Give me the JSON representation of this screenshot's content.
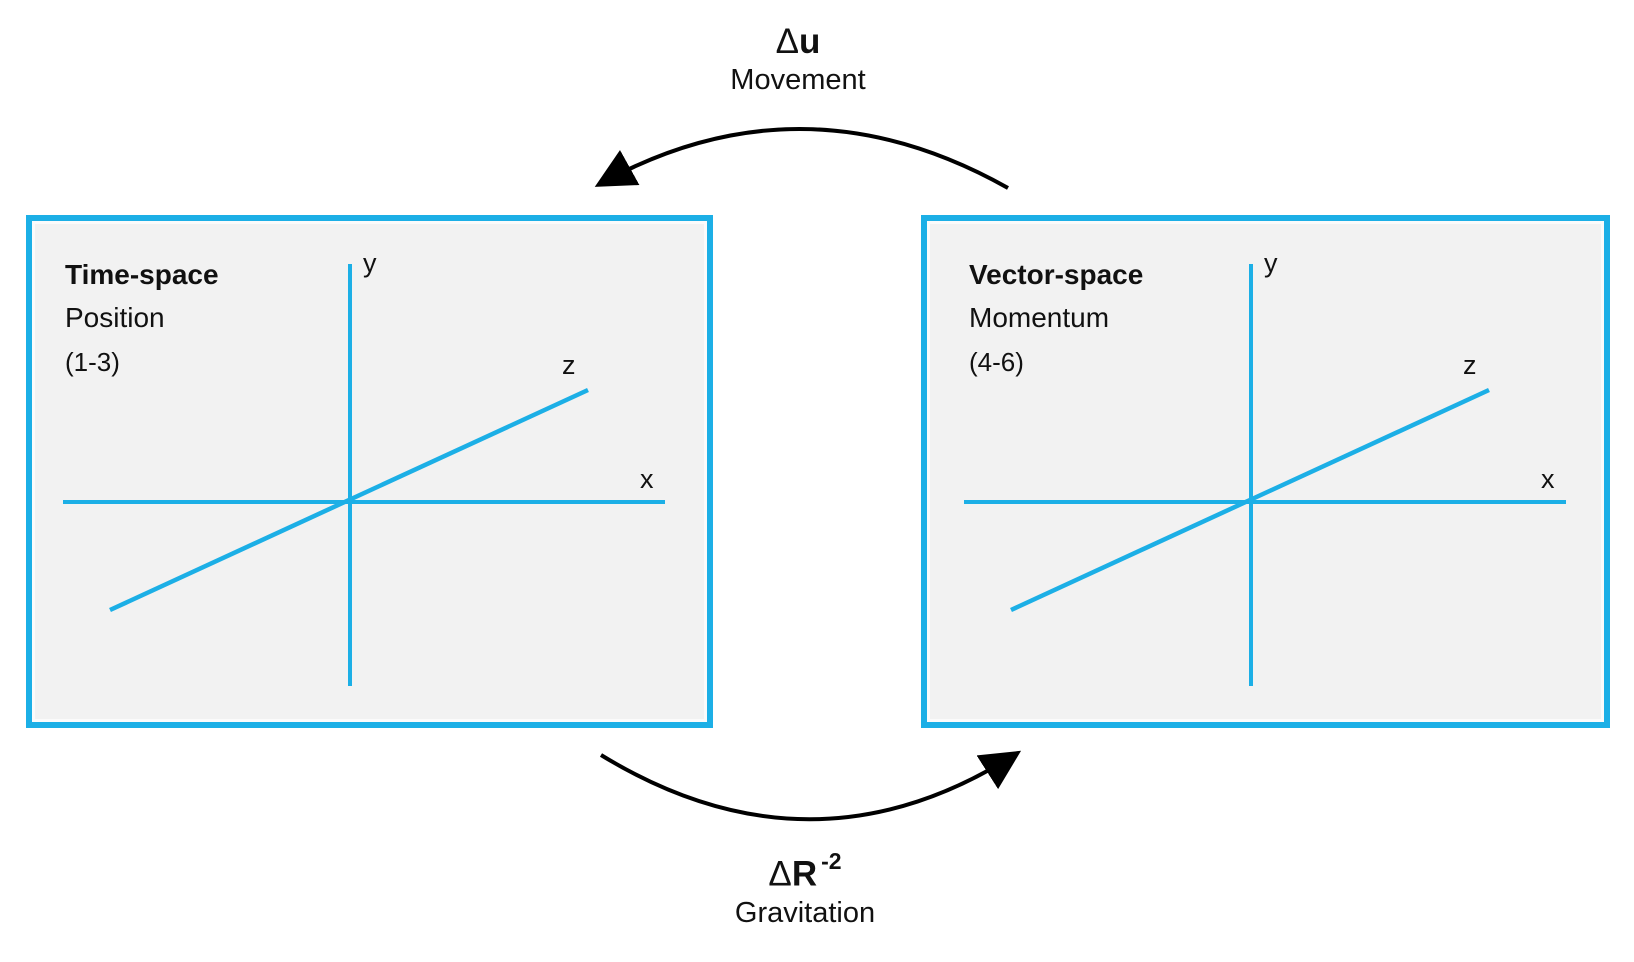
{
  "colors": {
    "accent": "#1cafe6",
    "panel_bg": "#f2f2f2",
    "arrow": "#000000",
    "text": "#111111"
  },
  "top_link": {
    "delta": "Δ",
    "variable": "u",
    "label": "Movement"
  },
  "bottom_link": {
    "delta": "Δ",
    "variable": "R",
    "superscript": "-2",
    "label": "Gravitation"
  },
  "panels": {
    "left": {
      "title": "Time-space",
      "subtitle": "Position",
      "range": "(1-3)",
      "axis_x": "x",
      "axis_y": "y",
      "axis_z": "z"
    },
    "right": {
      "title": "Vector-space",
      "subtitle": "Momentum",
      "range": "(4-6)",
      "axis_x": "x",
      "axis_y": "y",
      "axis_z": "z"
    }
  }
}
